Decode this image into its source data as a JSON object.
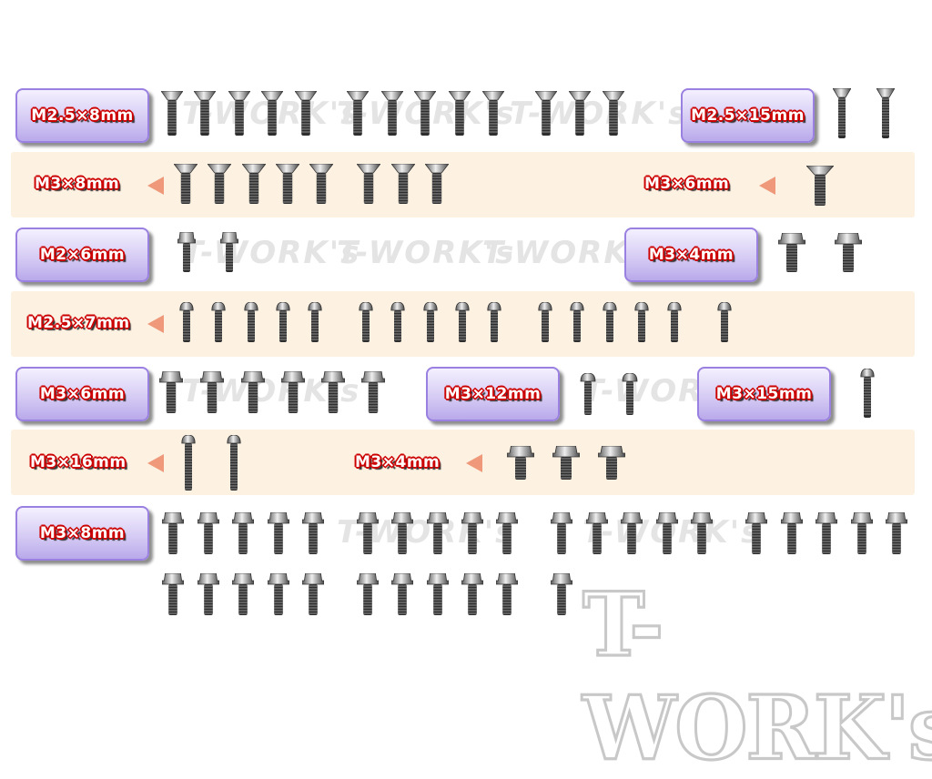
{
  "brand": {
    "logo_text": "T-WORK's",
    "watermark_text": "T-WORK's"
  },
  "colors": {
    "band": "#fdf1e2",
    "box_border": "#9a80e0",
    "arrow": "#f0997a",
    "label_outline": "#cc0000"
  },
  "groups": [
    {
      "label": "M2.5×8mm",
      "head": "flat",
      "count": 13
    },
    {
      "label": "M2.5×15mm",
      "head": "flat",
      "count": 2
    },
    {
      "label": "M3×8mm",
      "head": "flat",
      "count": 8
    },
    {
      "label": "M3×6mm",
      "head": "flat",
      "count": 1
    },
    {
      "label": "M2×6mm",
      "head": "flange",
      "count": 2
    },
    {
      "label": "M3×4mm",
      "head": "flange",
      "count": 2
    },
    {
      "label": "M2.5×7mm",
      "head": "button",
      "count": 16
    },
    {
      "label": "M3×6mm",
      "head": "flange",
      "count": 6
    },
    {
      "label": "M3×12mm",
      "head": "button",
      "count": 2
    },
    {
      "label": "M3×15mm",
      "head": "button",
      "count": 1
    },
    {
      "label": "M3×16mm",
      "head": "button",
      "count": 2
    },
    {
      "label": "M3×4mm",
      "head": "flange",
      "count": 3
    },
    {
      "label": "M3×8mm",
      "head": "flange",
      "count": 31
    }
  ]
}
